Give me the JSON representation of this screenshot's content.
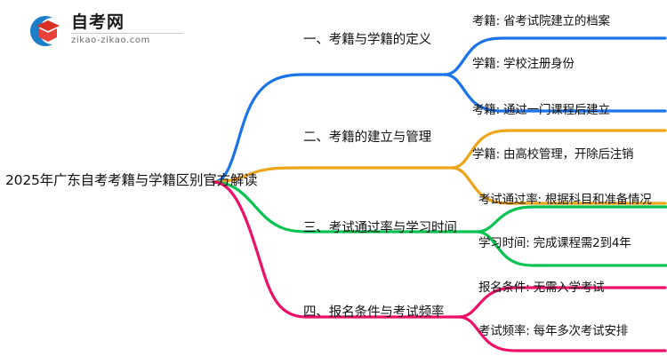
{
  "logo": {
    "icon": "graduation-cap-logo-icon",
    "title": "自考网",
    "domain": "zikao-zikao.com",
    "arc_color": "#1a7ec8",
    "cap_color": "#e03a3a"
  },
  "mindmap": {
    "central": {
      "text": "2025年广东自考考籍与学籍区别官方解读"
    },
    "branches": [
      {
        "label": "一、考籍与学籍的定义",
        "color": "#1a73e8",
        "leaves": [
          "考籍: 省考试院建立的档案",
          "学籍: 学校注册身份"
        ]
      },
      {
        "label": "二、考籍的建立与管理",
        "color": "#eda416",
        "leaves": [
          "考籍: 通过一门课程后建立",
          "学籍: 由高校管理，开除后注销"
        ]
      },
      {
        "label": "三、考试通过率与学习时间",
        "color": "#06c352",
        "leaves": [
          "考试通过率: 根据科目和准备情况",
          "学习时间: 完成课程需2到4年"
        ]
      },
      {
        "label": "四、报名条件与考试频率",
        "color": "#ed1066",
        "leaves": [
          "报名条件: 无需入学考试",
          "考试频率: 每年多次考试安排"
        ]
      }
    ]
  }
}
